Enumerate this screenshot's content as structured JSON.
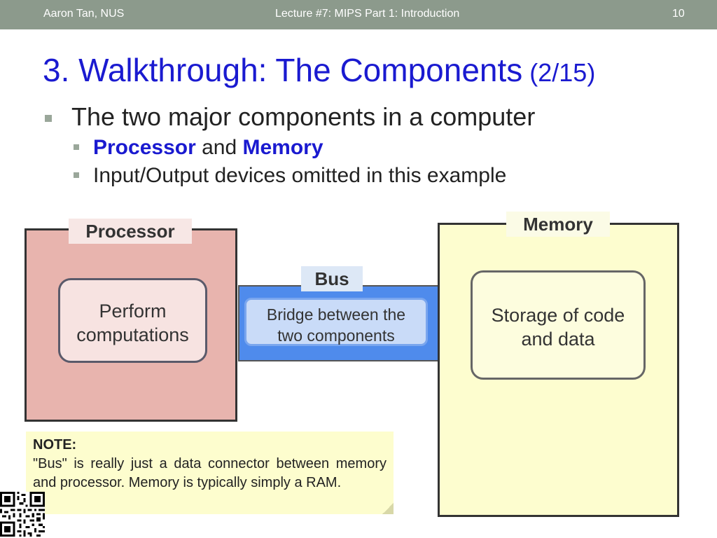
{
  "header": {
    "author": "Aaron Tan, NUS",
    "lecture": "Lecture #7: MIPS Part 1: Introduction",
    "page_number": "10"
  },
  "title": {
    "main": "3. Walkthrough: The Components",
    "suffix": "(2/15)"
  },
  "bullets": {
    "level1": "The two major components in a computer",
    "sub1": {
      "processor": "Processor",
      "and": " and ",
      "memory": "Memory"
    },
    "sub2": "Input/Output devices omitted in this example"
  },
  "diagram": {
    "processor": {
      "label": "Processor",
      "inner_line1": "Perform",
      "inner_line2": "computations"
    },
    "bus": {
      "label": "Bus",
      "inner_line1": "Bridge between the",
      "inner_line2": "two components"
    },
    "memory": {
      "label": "Memory",
      "inner_line1": "Storage of code",
      "inner_line2": "and data"
    }
  },
  "note": {
    "title": "NOTE:",
    "body": "\"Bus\" is really just a data connector between memory and processor.  Memory is typically simply a RAM."
  },
  "colors": {
    "header_bar": "#8c9a8c",
    "title_blue": "#1a1ad0",
    "processor_fill": "#e8b4ae",
    "bus_fill": "#4f8bec",
    "memory_fill": "#fdfdcf",
    "note_fill": "#fdfdce"
  },
  "icons": {
    "qr": "qr-code-icon"
  }
}
